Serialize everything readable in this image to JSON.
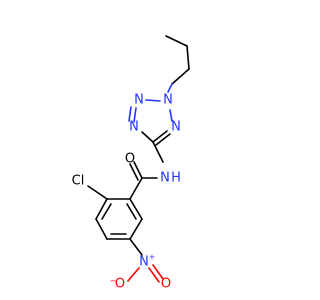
{
  "molecule": {
    "colors": {
      "carbon": "#000000",
      "nitrogen": "#2233ff",
      "oxygen": "#ff0000",
      "chlorine": "#22bb22"
    },
    "labels": {
      "n_tetrazole_1": "N",
      "n_tetrazole_2": "N",
      "n_tetrazole_3": "N",
      "n_tetrazole_4": "N",
      "o_amide": "O",
      "n_amide": "N",
      "h_amide": "H",
      "cl": "Cl",
      "n_nitro": "N",
      "n_nitro_charge": "+",
      "o_nitro_left": "O",
      "o_nitro_left_charge": "−",
      "o_nitro_right": "O"
    }
  }
}
